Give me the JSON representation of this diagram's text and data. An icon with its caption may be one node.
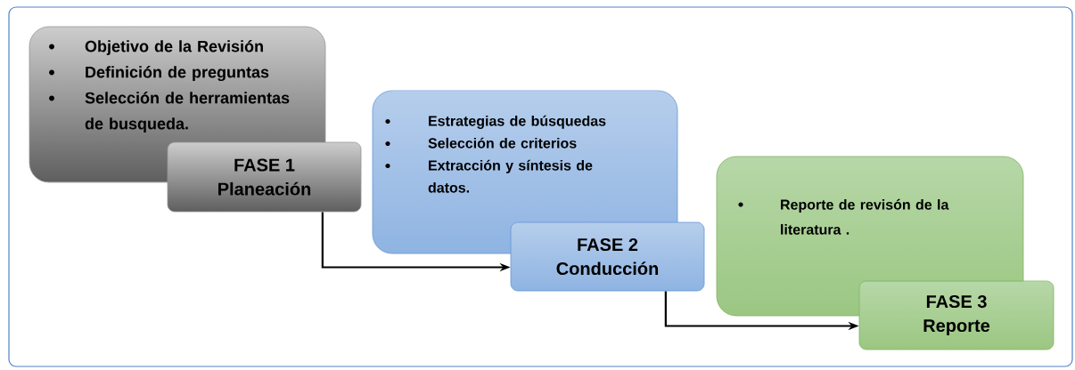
{
  "diagram": {
    "nodes": [
      {
        "text": [],
        "shape": "box"
      },
      {
        "text": [
          "Objetivo de la Revisión",
          "Definición de preguntas",
          "Selección de herramientas de busqueda."
        ],
        "in": 0
      },
      {
        "text": [
          "FASE 1",
          "Planeación"
        ],
        "in": 0
      },
      {
        "text": [
          "Estrategias de búsquedas",
          "Selección de criterios",
          "Extracción y síntesis de datos."
        ],
        "in": 0
      },
      {
        "text": [
          "FASE 2",
          "Conducción"
        ],
        "in": 0
      },
      {
        "text": [
          "Reporte de revisón de la literatura ."
        ],
        "in": 0
      },
      {
        "text": [
          "FASE 3",
          "Reporte"
        ],
        "in": 0
      }
    ],
    "edges": [
      {
        "from": 2,
        "to": 4,
        "arrow": "to"
      },
      {
        "from": 4,
        "to": 6,
        "arrow": "to"
      }
    ]
  }
}
